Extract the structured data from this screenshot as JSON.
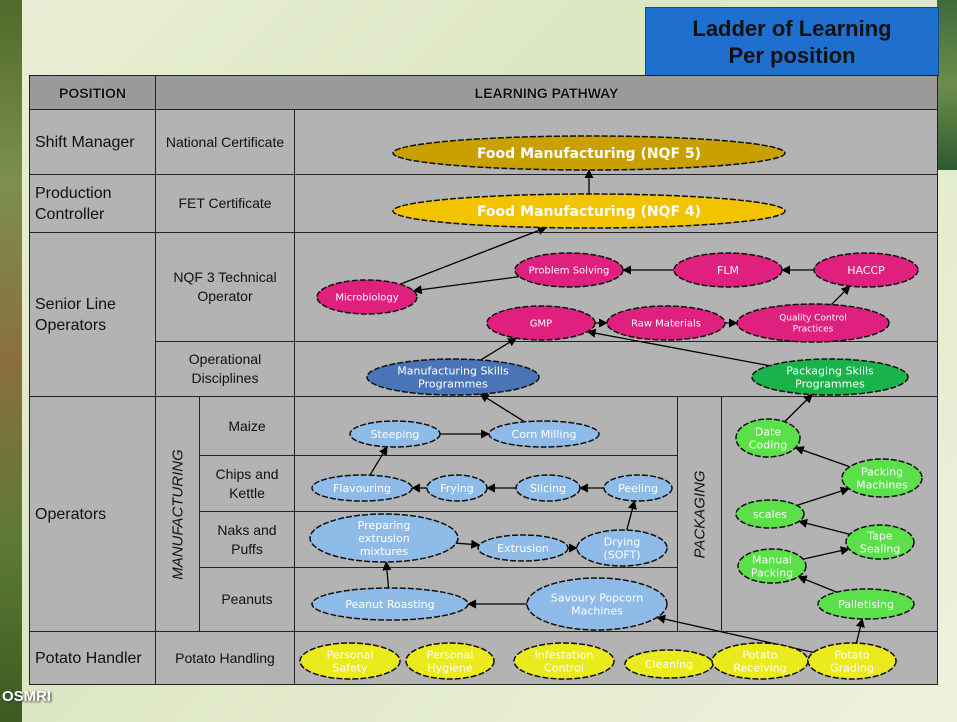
{
  "title": {
    "line1": "Ladder of Learning",
    "line2": "Per position"
  },
  "logo": "OSMRI",
  "headers": {
    "position": "POSITION",
    "pathway": "LEARNING PATHWAY"
  },
  "positions": {
    "shift_manager": "Shift Manager",
    "production_controller": "Production Controller",
    "senior_line_operators": "Senior Line Operators",
    "operators": "Operators",
    "potato_handler": "Potato Handler"
  },
  "levels": {
    "national_certificate": "National Certificate",
    "fet_certificate": "FET Certificate",
    "nqf3_technical_operator": "NQF 3 Technical Operator",
    "operational_disciplines": "Operational Disciplines",
    "maize": "Maize",
    "chips_and_kettle": "Chips and Kettle",
    "naks_and_puffs": "Naks and Puffs",
    "peanuts": "Peanuts",
    "potato_handling": "Potato Handling"
  },
  "section_labels": {
    "manufacturing": "MANUFACTURING",
    "packaging": "PACKAGING"
  },
  "nodes": {
    "nqf5": "Food Manufacturing (NQF 5)",
    "nqf4": "Food Manufacturing (NQF 4)",
    "microbiology": "Microbiology",
    "problem_solving": "Problem Solving",
    "flm": "FLM",
    "haccp": "HACCP",
    "gmp": "GMP",
    "raw_materials": "Raw Materials",
    "quality_control": "Quality Control Practices",
    "manufacturing_skills": "Manufacturing Skills Programmes",
    "packaging_skills": "Packaging Skills Programmes",
    "steeping": "Steeping",
    "corn_milling": "Corn Milling",
    "flavouring": "Flavouring",
    "frying": "Frying",
    "slicing": "Slicing",
    "peeling": "Peeling",
    "preparing_extrusion": "Preparing extrusion mixtures",
    "extrusion": "Extrusion",
    "drying": "Drying (SOFT)",
    "peanut_roasting": "Peanut Roasting",
    "savoury_popcorn": "Savoury Popcorn Machines",
    "date_coding": "Date Coding",
    "packing_machines": "Packing Machines",
    "scales": "scales",
    "tape_sealing": "Tape Sealing",
    "manual_packing": "Manual Packing",
    "palletising": "Palletising",
    "personal_safety": "Personal Safety",
    "personal_hygiene": "Personal Hygiene",
    "infestation_control": "Infestation Control",
    "cleaning": "Cleaning",
    "potato_receiving": "Potato Receiving",
    "potato_grading": "Potato Grading"
  },
  "colors": {
    "gold": "#c8a000",
    "yellow": "#f2c400",
    "magenta": "#e0207e",
    "blue_dark": "#4a74b8",
    "blue_light": "#8fbbe8",
    "green_dark": "#19b34a",
    "green_light": "#5be04a",
    "yellow_light": "#eaea1c",
    "cell_grey": "#b3b3b3"
  }
}
